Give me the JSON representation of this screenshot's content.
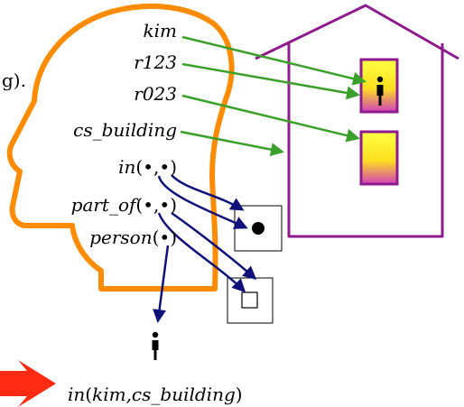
{
  "fragment_left": "g).",
  "symbols": {
    "kim": "kim",
    "r123": "r123",
    "r023": "r023",
    "cs_building": "cs_building"
  },
  "relations": {
    "in": "in",
    "part_of": "part_of",
    "person": "person"
  },
  "slots": {
    "open": "(",
    "sep": "•,•",
    "single": "•",
    "close": ")"
  },
  "conclusion": {
    "pred": "in",
    "args": "kim,cs_building",
    "open": "(",
    "close": ")"
  },
  "colors": {
    "head": "#ff8c00",
    "house": "#8e1b8e",
    "green_arrow": "#3aa02a",
    "blue_arrow": "#10107a",
    "red_arrow": "#ff2a12",
    "room_gradient_top": "#ffff33",
    "room_gradient_bottom": "#c020b0"
  },
  "icons": [
    "person-icon",
    "person-icon"
  ]
}
